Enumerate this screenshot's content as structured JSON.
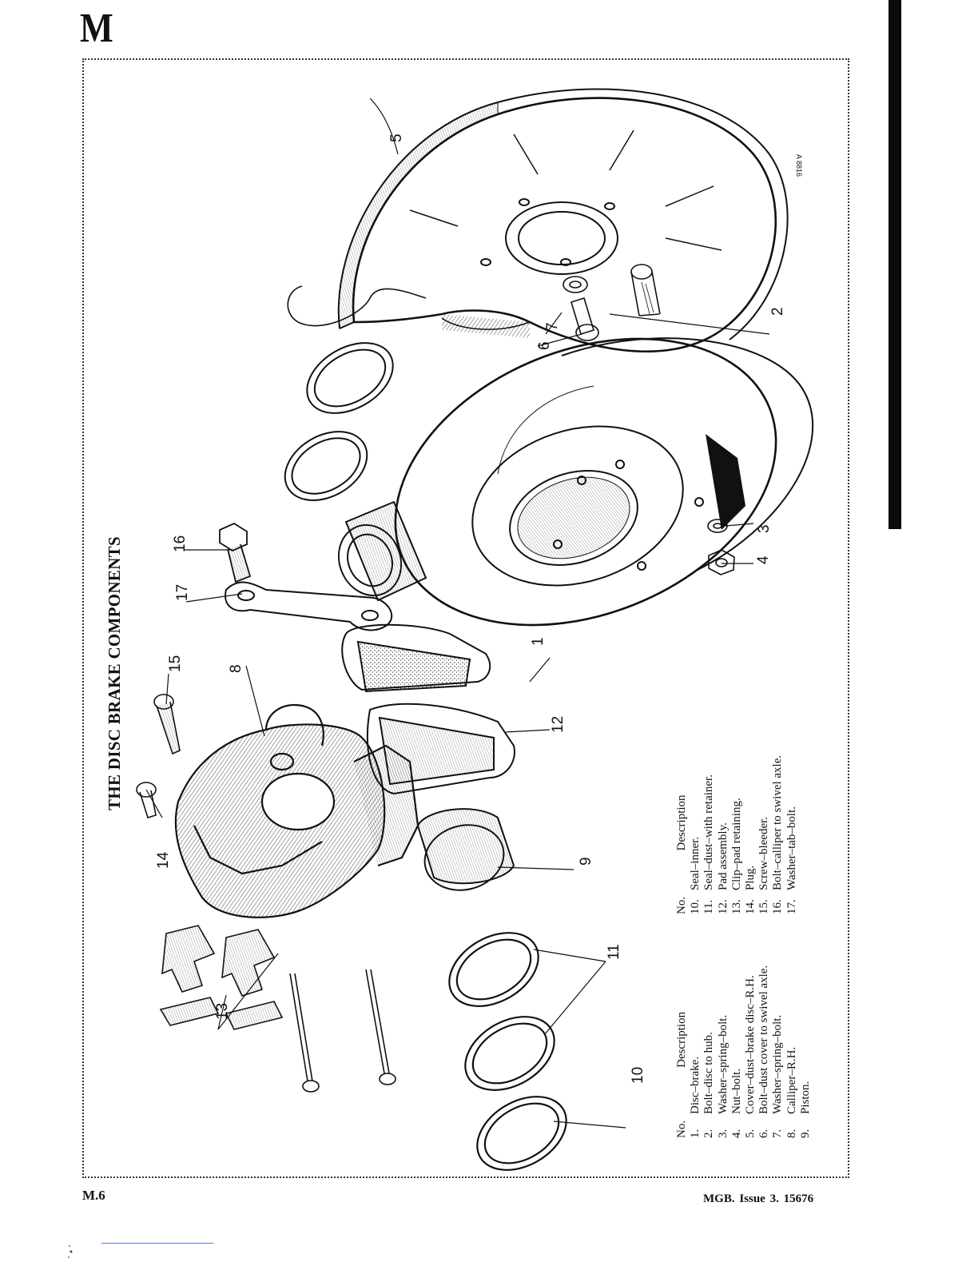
{
  "page": {
    "section_letter": "M",
    "page_number": "M.6",
    "footer_right": "MGB.   Issue 3.   15676"
  },
  "figure": {
    "title": "THE DISC BRAKE COMPONENTS",
    "drawing_ref": "A 8816",
    "callouts": [
      "1",
      "2",
      "3",
      "4",
      "5",
      "6",
      "7",
      "8",
      "9",
      "10",
      "11",
      "12",
      "13",
      "14",
      "15",
      "16",
      "17"
    ]
  },
  "legend": {
    "header_no": "No.",
    "header_desc": "Description",
    "left": [
      {
        "no": "1.",
        "desc": "Disc–brake."
      },
      {
        "no": "2.",
        "desc": "Bolt–disc to hub."
      },
      {
        "no": "3.",
        "desc": "Washer–spring–bolt."
      },
      {
        "no": "4.",
        "desc": "Nut–bolt."
      },
      {
        "no": "5.",
        "desc": "Cover–dust–brake disc–R.H."
      },
      {
        "no": "6.",
        "desc": "Bolt–dust cover to swivel axle."
      },
      {
        "no": "7.",
        "desc": "Washer–spring–bolt."
      },
      {
        "no": "8.",
        "desc": "Calliper–R.H."
      },
      {
        "no": "9.",
        "desc": "Piston."
      }
    ],
    "right": [
      {
        "no": "10.",
        "desc": "Seal–inner."
      },
      {
        "no": "11.",
        "desc": "Seal–dust–with retainer."
      },
      {
        "no": "12.",
        "desc": "Pad assembly."
      },
      {
        "no": "13.",
        "desc": "Clip–pad retaining."
      },
      {
        "no": "14.",
        "desc": "Plug."
      },
      {
        "no": "15.",
        "desc": "Screw–bleeder."
      },
      {
        "no": "16.",
        "desc": "Bolt–calliper to swivel axle."
      },
      {
        "no": "17.",
        "desc": "Washer–tab–bolt."
      }
    ]
  }
}
